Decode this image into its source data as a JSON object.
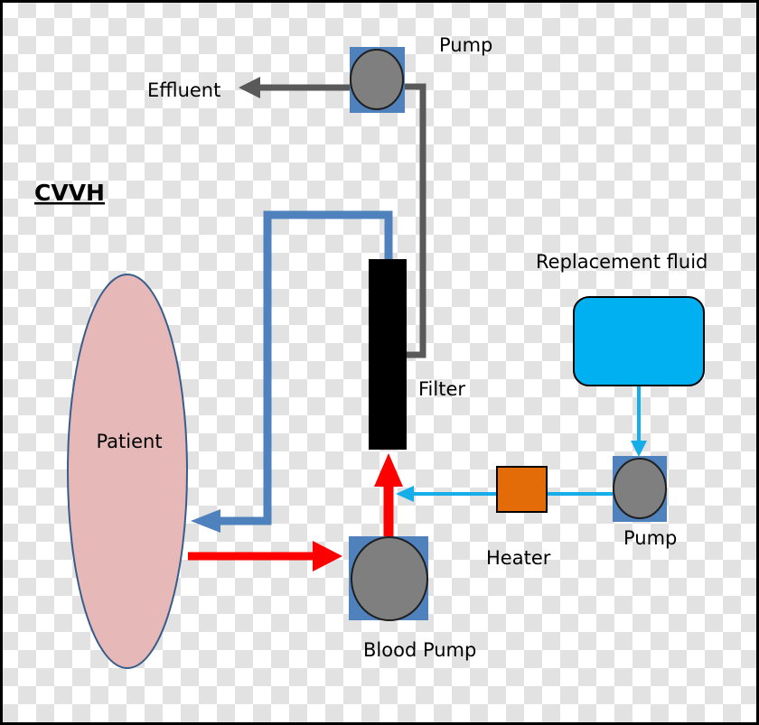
{
  "title": "CVVH",
  "labels": {
    "pump_top": "Pump",
    "effluent": "Effluent",
    "replacement_fluid": "Replacement fluid",
    "filter": "Filter",
    "patient": "Patient",
    "heater": "Heater",
    "pump_right": "Pump",
    "blood_pump": "Blood Pump"
  },
  "colors": {
    "blood_out": "#ff0000",
    "blood_return": "#4f81bd",
    "effluent_line": "#595959",
    "replacement_line": "#16aee8",
    "replacement_bag": "#00b0f0",
    "heater": "#e36c09",
    "patient_fill": "#e6b9b8",
    "patient_stroke": "#385d8a",
    "pump_housing": "#4f81bd",
    "pump_rotor": "#7f7f7f",
    "filter": "#000000"
  }
}
